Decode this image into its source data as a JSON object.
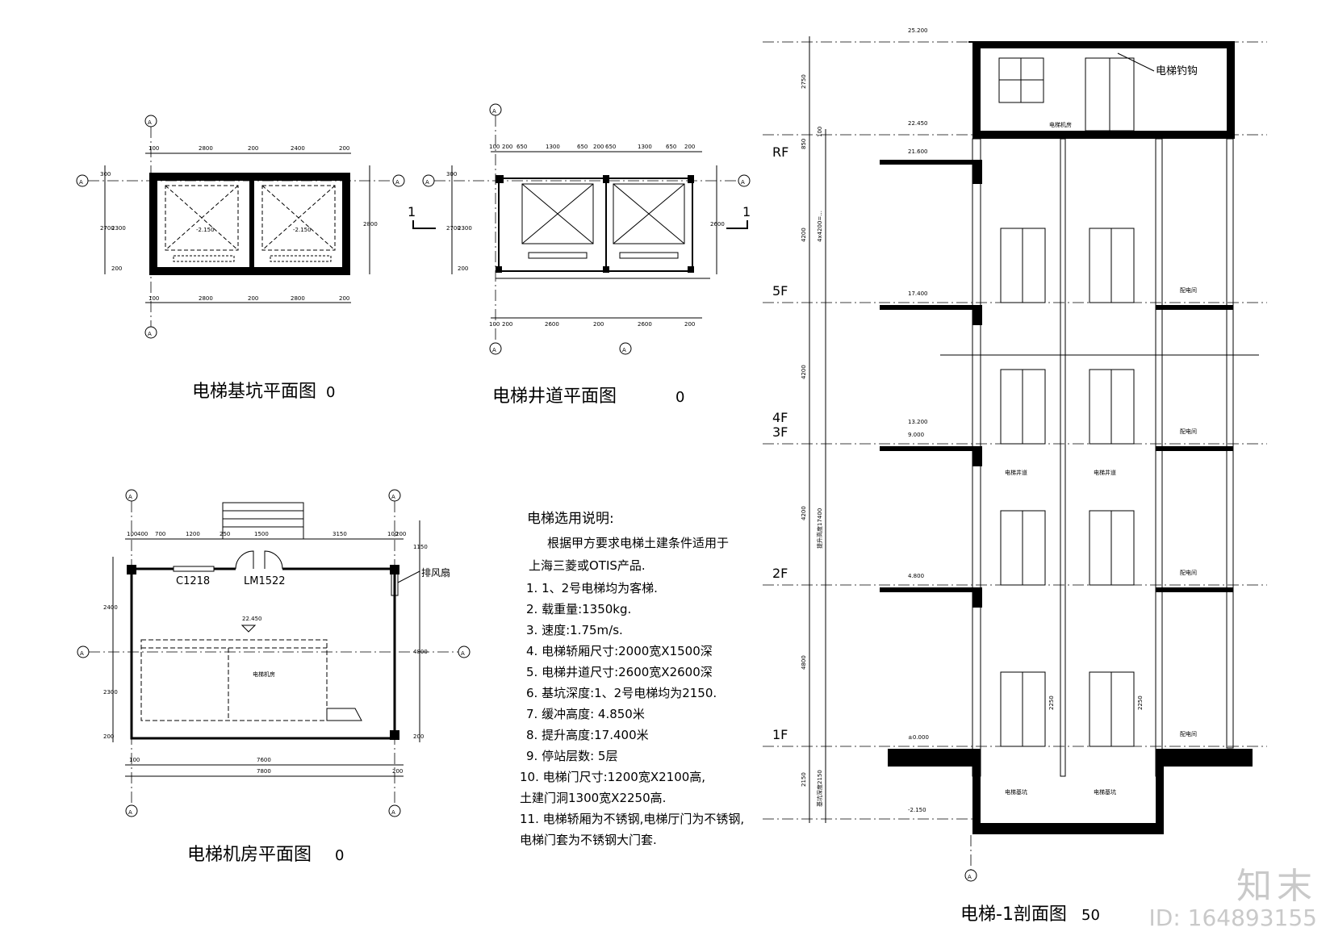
{
  "plans": {
    "pit_title": "电梯基坑平面图",
    "pit_scale": "0",
    "shaft_title": "电梯井道平面图",
    "shaft_scale": "0",
    "machine_title": "电梯机房平面图",
    "machine_scale": "0",
    "section_title": "电梯-1剖面图",
    "section_scale": "50"
  },
  "pit_plan": {
    "grid_a": "A",
    "dims_top": [
      "100",
      "2800",
      "200",
      "2400",
      "200"
    ],
    "dims_bottom": [
      "100",
      "2800",
      "200",
      "2800",
      "200"
    ],
    "dims_left": [
      "300",
      "2700",
      "2300",
      "200"
    ],
    "dims_right": [
      "2800"
    ],
    "pit_level": "-2.150"
  },
  "shaft_plan": {
    "grid_a": "A",
    "section_mark": "1",
    "dims_top": [
      "100",
      "200",
      "650",
      "1300",
      "650",
      "200",
      "650",
      "1300",
      "650",
      "200"
    ],
    "dims_bottom": [
      "100",
      "200",
      "2600",
      "200",
      "2600",
      "200"
    ],
    "dims_left": [
      "300",
      "2700",
      "2300",
      "200"
    ],
    "dims_right": [
      "2600"
    ]
  },
  "machine_plan": {
    "grid_a": "A",
    "window_label": "C1218",
    "door_label": "LM1522",
    "fan_label": "排风扇",
    "room_label": "电梯机房",
    "floor_level": "22.450",
    "dims_top": [
      "100",
      "400",
      "700",
      "1200",
      "250",
      "1500",
      "3150",
      "100",
      "200"
    ],
    "dims_bottom": [
      "100",
      "7600",
      "7800",
      "200"
    ],
    "dims_left": [
      "2400",
      "2300",
      "200"
    ],
    "dims_right": [
      "1150",
      "4800",
      "200"
    ]
  },
  "notes": {
    "heading": "电梯选用说明:",
    "intro_1": "根据甲方要求电梯土建条件适用于",
    "intro_2": "上海三菱或OTIS产品.",
    "items": [
      "1. 1、2号电梯均为客梯.",
      "2. 载重量:1350kg.",
      "3. 速度:1.75m/s.",
      "4. 电梯轿厢尺寸:2000宽X1500深",
      "5. 电梯井道尺寸:2600宽X2600深",
      "6. 基坑深度:1、2号电梯均为2150.",
      "7. 缓冲高度: 4.850米",
      "8. 提升高度:17.400米",
      "9. 停站层数: 5层",
      "10. 电梯门尺寸:1200宽X2100高,",
      "     土建门洞1300宽X2250高.",
      "11. 电梯轿厢为不锈钢,电梯厅门为不锈钢,",
      "     电梯门套为不锈钢大门套."
    ]
  },
  "section": {
    "grid_a": "A",
    "hook_label": "电梯钓钩",
    "machine_room_label": "电梯机房",
    "shaft_label": "电梯井道",
    "pit_label": "电梯基坑",
    "lobby_label": "配电间",
    "floors": [
      "RF",
      "5F",
      "4F",
      "3F",
      "2F",
      "1F"
    ],
    "levels": [
      "25.200",
      "22.450",
      "21.600",
      "17.400",
      "13.200",
      "9.000",
      "4.800",
      "±0.000",
      "-2.150"
    ],
    "dims_left": [
      "2750",
      "100",
      "850",
      "4200",
      "4200",
      "4200",
      "4800",
      "2150"
    ],
    "dim_total": "4x4200=...",
    "dim_lift": "提升高度17400",
    "dim_pit": "基坑深度2150",
    "door_height": "2250"
  },
  "watermark": {
    "logo": "知末",
    "id": "ID: 164893155"
  }
}
